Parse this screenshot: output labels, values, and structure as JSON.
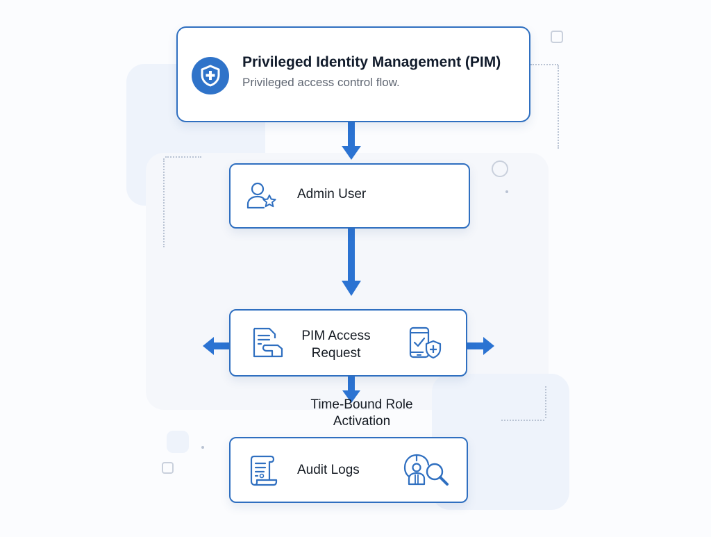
{
  "header": {
    "title": "Privileged Identity Management (PIM)",
    "subtitle": "Privileged access control flow.",
    "icon": "shield-plus-icon"
  },
  "nodes": [
    {
      "id": "admin-user",
      "label": "Admin User",
      "icons": [
        "user-star-icon"
      ]
    },
    {
      "id": "pim-access-request",
      "label_line1": "PIM Access",
      "label_line2": "Request",
      "icons": [
        "document-hand-icon",
        "phone-shield-icon"
      ]
    },
    {
      "id": "audit-logs",
      "label": "Audit Logs",
      "icons": [
        "scroll-log-icon",
        "user-search-icon"
      ]
    }
  ],
  "edge_labels": {
    "request_to_audit_line1": "Time-Bound Role",
    "request_to_audit_line2": "Activation"
  },
  "colors": {
    "accent": "#2f6fc0",
    "arrow": "#2b73d2",
    "text": "#141a22",
    "subtitle": "#5f6672"
  }
}
